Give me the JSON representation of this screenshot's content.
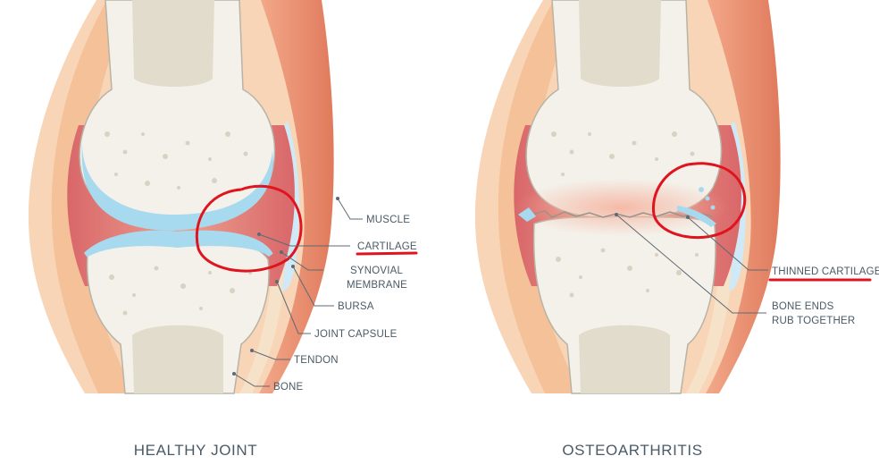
{
  "healthy": {
    "title": "HEALTHY JOINT",
    "labels": {
      "muscle": "MUSCLE",
      "cartilage": "CARTILAGE",
      "synovial_line1": "SYNOVIAL",
      "synovial_line2": "MEMBRANE",
      "bursa": "BURSA",
      "joint_capsule": "JOINT CAPSULE",
      "tendon": "TENDON",
      "bone": "BONE"
    }
  },
  "osteo": {
    "title": "OSTEOARTHRITIS",
    "labels": {
      "thinned_cartilage": "THINNED CARTILAGE",
      "bone_ends_line1": "BONE ENDS",
      "bone_ends_line2": "RUB TOGETHER"
    }
  },
  "colors": {
    "muscle": "#e98a6c",
    "skin": "#f6c9a4",
    "synovial": "#e4817c",
    "cartilage": "#a7d9ef",
    "bone": "#f4f1ea",
    "marrow": "#e2dccd",
    "label": "#4a5a66",
    "annotation_red": "#e0141e"
  }
}
